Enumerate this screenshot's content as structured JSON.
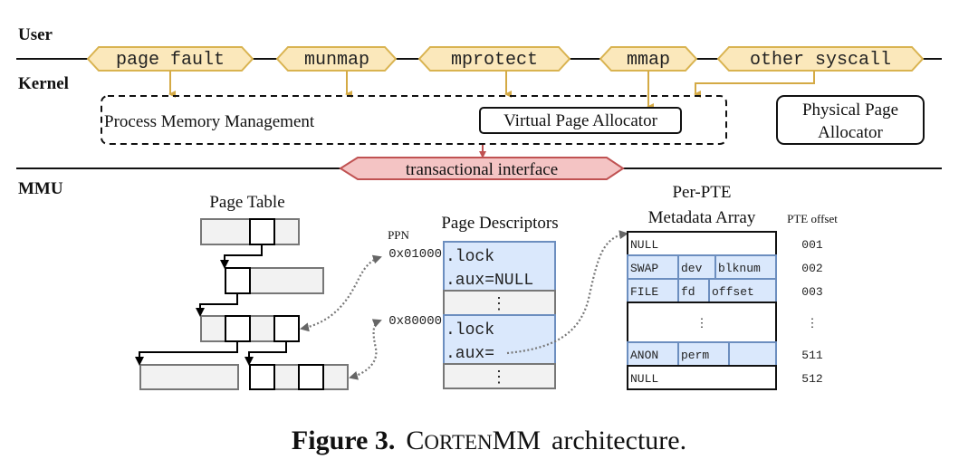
{
  "layers": {
    "user": "User",
    "kernel": "Kernel",
    "mmu": "MMU"
  },
  "syscalls": [
    {
      "label": "page fault"
    },
    {
      "label": "munmap"
    },
    {
      "label": "mprotect"
    },
    {
      "label": "mmap"
    },
    {
      "label": "other syscall"
    }
  ],
  "kernel": {
    "process_mm": "Process Memory Management",
    "virtual_allocator": "Virtual Page Allocator",
    "physical_allocator_line1": "Physical Page",
    "physical_allocator_line2": "Allocator"
  },
  "interface": "transactional interface",
  "page_table": {
    "title": "Page Table"
  },
  "page_descriptors": {
    "title": "Page Descriptors",
    "ppn_label": "PPN",
    "entries": [
      {
        "ppn": "0x01000",
        "lock": ".lock",
        "aux": ".aux=NULL"
      },
      {
        "ppn": "0x80000",
        "lock": ".lock",
        "aux": ".aux="
      }
    ],
    "ellipsis": "⋮"
  },
  "metadata_array": {
    "title_line1": "Per-PTE",
    "title_line2": "Metadata Array",
    "offset_header": "PTE offset",
    "rows": [
      {
        "cells": [
          "NULL"
        ],
        "offset": "001",
        "highlight": false
      },
      {
        "cells": [
          "SWAP",
          "dev",
          "blknum"
        ],
        "offset": "002",
        "highlight": true
      },
      {
        "cells": [
          "FILE",
          "fd",
          "offset"
        ],
        "offset": "003",
        "highlight": true
      },
      {
        "cells": [
          "⋮"
        ],
        "offset": "⋮",
        "highlight": false
      },
      {
        "cells": [
          "ANON",
          "perm",
          ""
        ],
        "offset": "511",
        "highlight": true
      },
      {
        "cells": [
          "NULL"
        ],
        "offset": "512",
        "highlight": false
      }
    ]
  },
  "caption": {
    "label": "Figure 3.",
    "name_small_caps": "CortenMM",
    "rest": "architecture."
  },
  "colors": {
    "syscall_fill": "#fbe8bb",
    "syscall_stroke": "#d9b350",
    "interface_fill": "#f4c4c4",
    "interface_stroke": "#c05252",
    "highlight_fill": "#dae8fc",
    "highlight_stroke": "#6c8ebf",
    "pt_fill": "#f2f2f2",
    "pt_stroke": "#777777"
  }
}
